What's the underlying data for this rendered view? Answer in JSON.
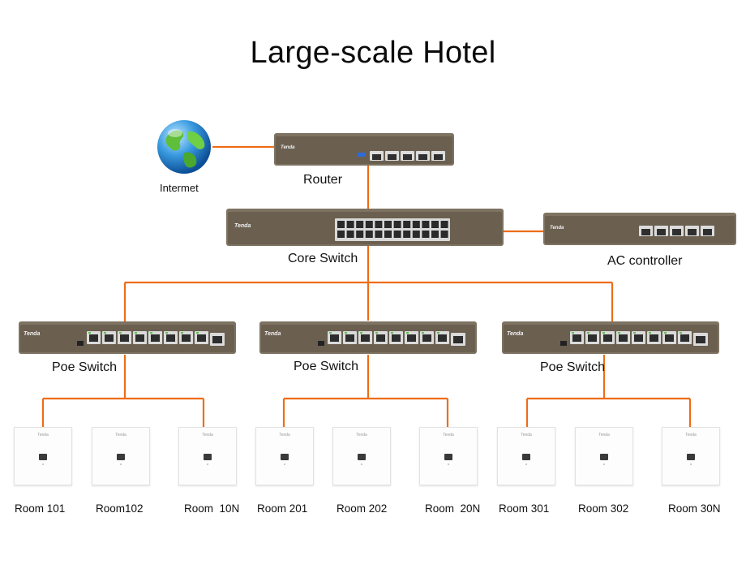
{
  "title": "Large-scale Hotel",
  "colors": {
    "wire": "#ee6d16",
    "device_body": "#8a7d6d",
    "device_face": "#6e6252"
  },
  "nodes": {
    "internet": {
      "label": "Intermet",
      "icon": "globe-icon"
    },
    "router": {
      "label": "Router",
      "brand": "Tenda"
    },
    "core_switch": {
      "label": "Core Switch",
      "brand": "Tenda"
    },
    "ac_controller": {
      "label": "AC controller",
      "brand": "Tenda"
    },
    "poe_switches": [
      {
        "label": "Poe Switch",
        "brand": "Tenda"
      },
      {
        "label": "Poe Switch",
        "brand": "Tenda"
      },
      {
        "label": "Poe Switch",
        "brand": "Tenda"
      }
    ],
    "rooms": [
      {
        "label": "Room 101",
        "brand": "Tenda"
      },
      {
        "label": "Room102",
        "brand": "Tenda"
      },
      {
        "label": "Room  10N",
        "brand": "Tenda"
      },
      {
        "label": "Room 201",
        "brand": "Tenda"
      },
      {
        "label": "Room 202",
        "brand": "Tenda"
      },
      {
        "label": "Room  20N",
        "brand": "Tenda"
      },
      {
        "label": "Room 301",
        "brand": "Tenda"
      },
      {
        "label": "Room 302",
        "brand": "Tenda"
      },
      {
        "label": "Room 30N",
        "brand": "Tenda"
      }
    ]
  },
  "links": [
    [
      "internet",
      "router"
    ],
    [
      "router",
      "core_switch"
    ],
    [
      "core_switch",
      "ac_controller"
    ],
    [
      "core_switch",
      "poe_switch_1"
    ],
    [
      "core_switch",
      "poe_switch_2"
    ],
    [
      "core_switch",
      "poe_switch_3"
    ],
    [
      "poe_switch_1",
      "room_101"
    ],
    [
      "poe_switch_1",
      "room_102"
    ],
    [
      "poe_switch_1",
      "room_10N"
    ],
    [
      "poe_switch_2",
      "room_201"
    ],
    [
      "poe_switch_2",
      "room_202"
    ],
    [
      "poe_switch_2",
      "room_20N"
    ],
    [
      "poe_switch_3",
      "room_301"
    ],
    [
      "poe_switch_3",
      "room_302"
    ],
    [
      "poe_switch_3",
      "room_30N"
    ]
  ]
}
